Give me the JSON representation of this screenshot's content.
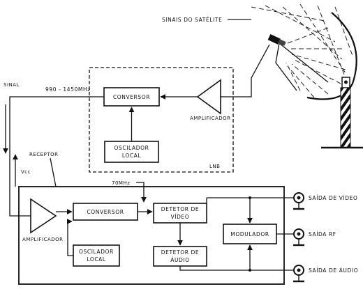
{
  "satellite_signals": "SINAIS DO SATÉLITE",
  "lnb": {
    "title": "LNB",
    "converter": "CONVERSOR",
    "local_oscillator_line1": "OSCILADOR",
    "local_oscillator_line2": "LOCAL",
    "amplifier": "AMPLIFICADOR"
  },
  "cable": {
    "frequency": "990 - 1450MHz",
    "signal": "SINAL",
    "vcc": "Vcc"
  },
  "receiver": {
    "title": "RECEPTOR",
    "if_frequency": "70MHz",
    "amplifier": "AMPLIFICADOR",
    "converter": "CONVERSOR",
    "local_oscillator_line1": "OSCILADOR",
    "local_oscillator_line2": "LOCAL",
    "video_detector_line1": "DETETOR DE",
    "video_detector_line2": "VÍDEO",
    "audio_detector_line1": "DETETOR DE",
    "audio_detector_line2": "ÁUDIO",
    "modulator": "MODULADOR"
  },
  "outputs": {
    "video": "SAÍDA DE VÍDEO",
    "rf": "SAÍDA RF",
    "audio": "SAÍDA DE ÁUDIO"
  }
}
